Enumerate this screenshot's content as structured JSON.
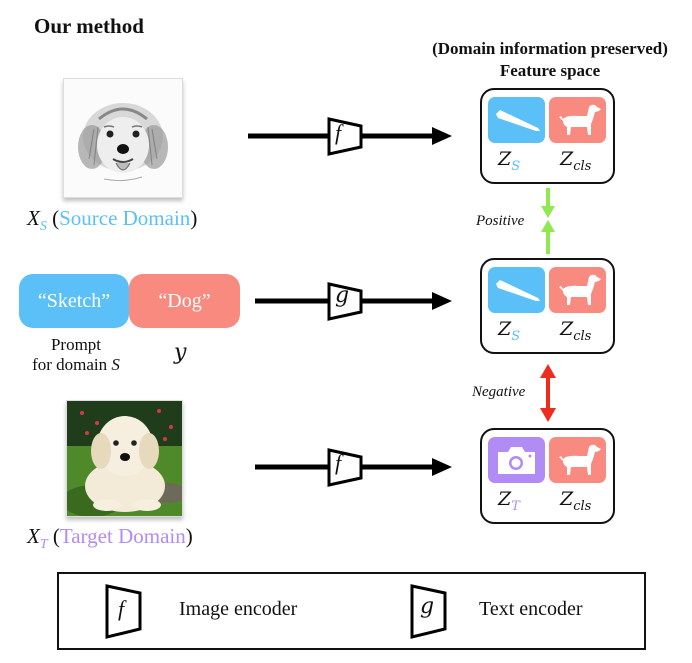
{
  "title": "Our method",
  "feature_space": {
    "line1": "(Domain information preserved)",
    "line2": "Feature space"
  },
  "colors": {
    "source": "#5bc0f8",
    "class": "#f98a80",
    "target": "#b18cf5",
    "positive": "#8ee84e",
    "negative": "#ef2b1e"
  },
  "inputs": {
    "source": {
      "symbol": "X",
      "sub": "S",
      "open": "(",
      "label": "Source Domain",
      "close": ")"
    },
    "target": {
      "symbol": "X",
      "sub": "T",
      "open": "(",
      "label": "Target Domain",
      "close": ")"
    },
    "prompt": {
      "domain_text": "“Sketch”",
      "class_text": "“Dog”",
      "caption_line1": "Prompt",
      "caption_line2": "for domain",
      "caption_symbol": "S",
      "class_symbol": "y"
    }
  },
  "encoders": {
    "image": "f",
    "text": "g"
  },
  "features": [
    {
      "domain_icon": "pencil-icon",
      "domain_sym": "Z",
      "domain_sub": "S",
      "class_sym": "Z",
      "class_sub": "cls"
    },
    {
      "domain_icon": "pencil-icon",
      "domain_sym": "Z",
      "domain_sub": "S",
      "class_sym": "Z",
      "class_sub": "cls"
    },
    {
      "domain_icon": "camera-icon",
      "domain_sym": "Z",
      "domain_sub": "T",
      "class_sym": "Z",
      "class_sub": "cls"
    }
  ],
  "relations": {
    "positive": "Positive",
    "negative": "Negative"
  },
  "legend": {
    "image_symbol": "f",
    "image_label": "Image encoder",
    "text_symbol": "g",
    "text_label": "Text encoder"
  }
}
